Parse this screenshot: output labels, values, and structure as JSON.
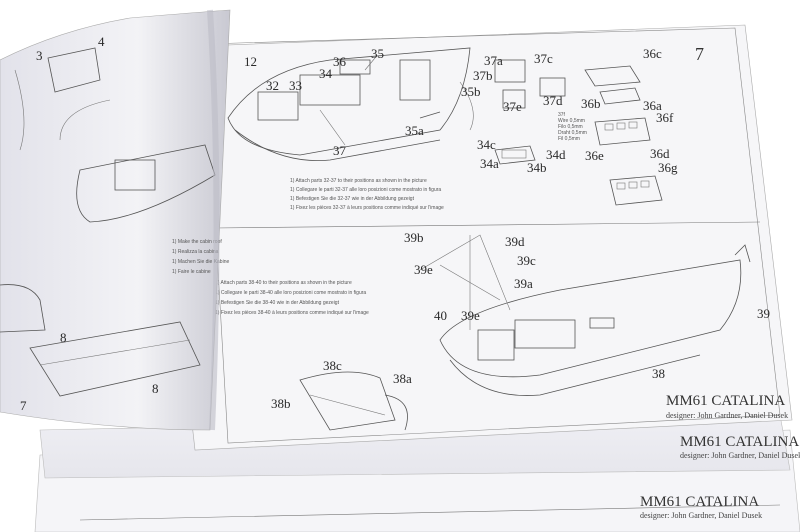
{
  "brand": {
    "title": "MM61 CATALINA",
    "designer": "designer: John Gardner, Daniel Dusek"
  },
  "page_number": "7",
  "top_instructions": [
    "1) Attach parts 32-37 to their positions as shown in the picture",
    "1) Collegare le parti 32-37 alle loro posizioni come mostrato in figura",
    "1) Befestigen Sie die 32-37 wie in der Abbildung gezeigt",
    "1) Fixez les pièces 32-37 à leurs positions comme indiqué sur l'image"
  ],
  "bottom_instructions": [
    "1) Attach parts 38-40 to their positions as shown in the picture",
    "1) Collegare le parti 38-40 alle loro posizioni come mostrato in figura",
    "1) Befestigen Sie die 38-40 wie in der Abbildung gezeigt",
    "1) Fixez les pièces 38-40 à leurs positions comme indiqué sur l'image"
  ],
  "left_page_steps": [
    "1) Make the cabin roof",
    "1) Realizza la cabina",
    "1) Machen Sie die Kabine",
    "1) Faire le cabine"
  ],
  "wire_note": [
    "Wire 0,5mm",
    "Filo 0,5mm",
    "Draht 0,5mm",
    "Fil 0,5mm"
  ],
  "part_labels": {
    "p3": "3",
    "p4": "4",
    "p7": "7",
    "p8a": "8",
    "p8b": "8",
    "p12": "12",
    "p32": "32",
    "p33": "33",
    "p34": "34",
    "p35": "35",
    "p36": "36",
    "p37": "37",
    "p35a": "35a",
    "p35b": "35b",
    "p37a": "37a",
    "p37b": "37b",
    "p37c": "37c",
    "p37d": "37d",
    "p37e": "37e",
    "p36a": "36a",
    "p36b": "36b",
    "p36c": "36c",
    "p36d": "36d",
    "p36e": "36e",
    "p36f": "36f",
    "p36g": "36g",
    "p34a": "34a",
    "p34b": "34b",
    "p34c": "34c",
    "p34d": "34d",
    "p39": "39",
    "p39a": "39a",
    "p39b": "39b",
    "p39c": "39c",
    "p39d": "39d",
    "p39e1": "39e",
    "p39e2": "39e",
    "p40": "40",
    "p38": "38",
    "p38a": "38a",
    "p38b": "38b",
    "p38c": "38c",
    "p37f": "37f"
  }
}
